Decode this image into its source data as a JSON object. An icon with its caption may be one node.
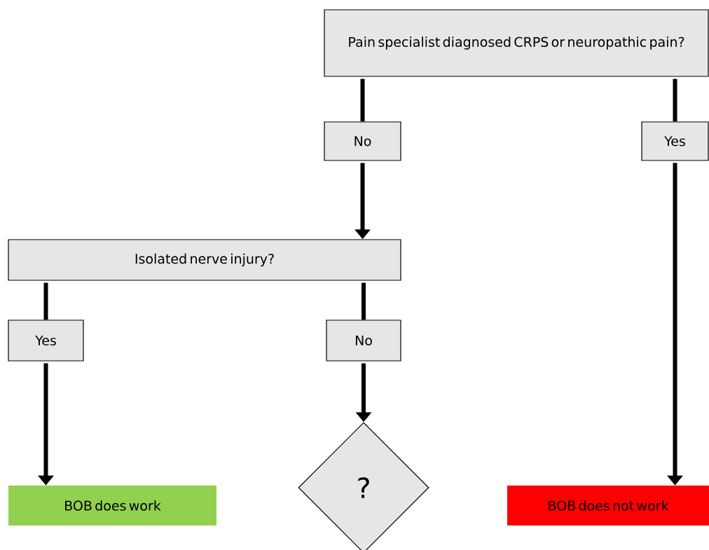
{
  "diagram": {
    "nodes": [
      {
        "text": [
          "Pain specialist diagnosed CRPS or neuropathic pain?"
        ]
      },
      {
        "text": [
          "No"
        ]
      },
      {
        "text": [
          "Yes"
        ]
      },
      {
        "text": [
          "Isolated nerve injury?"
        ]
      },
      {
        "text": [
          "Yes"
        ]
      },
      {
        "text": [
          "No"
        ]
      },
      {
        "text": [
          "?"
        ]
      },
      {
        "text": [
          "BOB does work"
        ]
      },
      {
        "text": [
          "BOB does not work"
        ]
      }
    ],
    "edges": [
      {
        "from": 0,
        "to": 1,
        "arrow": "none"
      },
      {
        "from": 1,
        "to": 3,
        "arrow": "to"
      },
      {
        "from": 0,
        "to": 2,
        "arrow": "none"
      },
      {
        "from": 2,
        "to": 8,
        "arrow": "to"
      },
      {
        "from": 3,
        "to": 4,
        "arrow": "none"
      },
      {
        "from": 4,
        "to": 7,
        "arrow": "to"
      },
      {
        "from": 3,
        "to": 5,
        "arrow": "none"
      },
      {
        "from": 5,
        "to": 6,
        "arrow": "to"
      }
    ]
  }
}
